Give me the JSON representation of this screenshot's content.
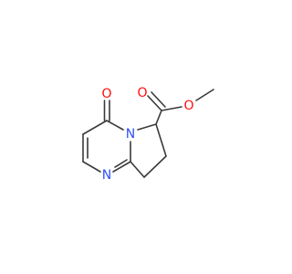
{
  "atoms": {
    "o_ketone": {
      "label": "O",
      "color": "#ff0d0d"
    },
    "n_bridge": {
      "label": "N",
      "color": "#3050f8"
    },
    "n_ring": {
      "label": "N",
      "color": "#3050f8"
    },
    "o_carbonyl": {
      "label": "O",
      "color": "#ff0d0d"
    },
    "o_ester": {
      "label": "O",
      "color": "#ff0d0d"
    }
  },
  "bond_color": "#3a3a3a"
}
